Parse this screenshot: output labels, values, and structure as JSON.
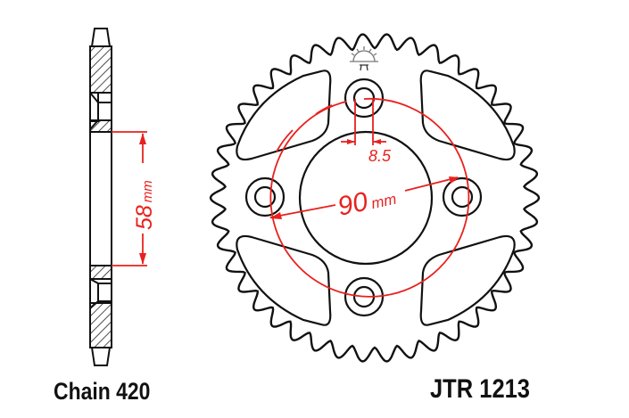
{
  "diagram": {
    "type": "technical-drawing",
    "subject": "rear chain sprocket",
    "colors": {
      "outline": "#111111",
      "dimension": "#e8211e",
      "background": "#ffffff",
      "hatch": "#222222"
    },
    "side_view": {
      "dimension_value": "58",
      "dimension_unit": "mm"
    },
    "front_view": {
      "teeth_count_approx": 42,
      "bolt_holes": 4,
      "bolt_circle_value": "90",
      "bolt_circle_unit": "mm",
      "bolt_hole_value": "8.5",
      "logo_icon": "jt-sun-logo"
    }
  },
  "labels": {
    "chain": "Chain 420",
    "part_number": "JTR 1213"
  }
}
